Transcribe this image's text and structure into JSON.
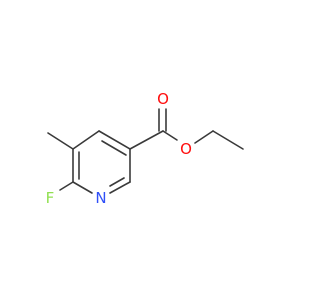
{
  "molecule": {
    "atoms": {
      "oxygen_carbonyl": {
        "symbol": "O",
        "color": "#ff0d0d"
      },
      "oxygen_ester": {
        "symbol": "O",
        "color": "#ff0d0d"
      },
      "nitrogen": {
        "symbol": "N",
        "color": "#3050f8"
      },
      "fluorine": {
        "symbol": "F",
        "color": "#90e050"
      }
    },
    "bond_color": "#3a3a3a"
  }
}
